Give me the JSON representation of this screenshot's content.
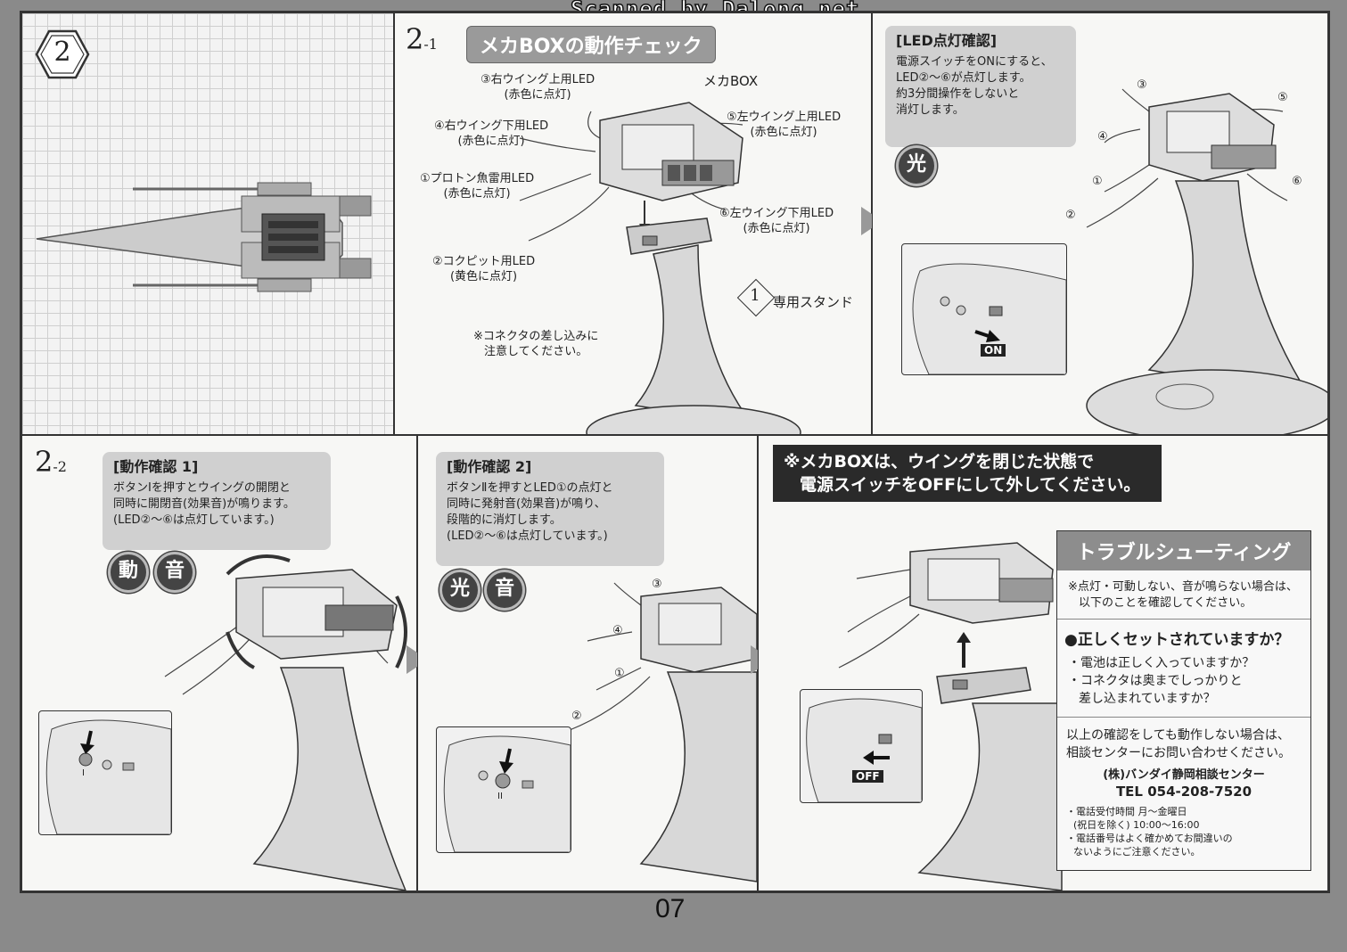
{
  "header": {
    "scan_credit": "Scanned by Dalong.net"
  },
  "page_number": "07",
  "step2": {
    "badge": "2"
  },
  "step2_1": {
    "number": "2",
    "sub": "-1",
    "title": "メカBOXの動作チェック",
    "mecha_box_label": "メカBOX",
    "leds": [
      {
        "line1": "③右ウイング上用LED",
        "line2": "(赤色に点灯)"
      },
      {
        "line1": "④右ウイング下用LED",
        "line2": "(赤色に点灯)"
      },
      {
        "line1": "①プロトン魚雷用LED",
        "line2": "(赤色に点灯)"
      },
      {
        "line1": "②コクピット用LED",
        "line2": "(黄色に点灯)"
      },
      {
        "line1": "⑤左ウイング上用LED",
        "line2": "(赤色に点灯)"
      },
      {
        "line1": "⑥左ウイング下用LED",
        "line2": "(赤色に点灯)"
      }
    ],
    "stand_part_number": "1",
    "stand_label": "専用スタンド",
    "connector_note_line1": "※コネクタの差し込みに",
    "connector_note_line2": "注意してください。"
  },
  "led_check": {
    "heading": "[LED点灯確認]",
    "line1": "電源スイッチをONにすると、",
    "line2": "LED②～⑥が点灯します。",
    "line3": "約3分間操作をしないと",
    "line4": "消灯します。",
    "icon": "光",
    "switch_label": "ON",
    "led_markers": [
      "③",
      "④",
      "①",
      "②",
      "⑤",
      "⑥"
    ]
  },
  "step2_2": {
    "number": "2",
    "sub": "-2",
    "check1": {
      "heading": "[動作確認 1]",
      "line1": "ボタンⅠを押すとウイングの開閉と",
      "line2": "同時に開閉音(効果音)が鳴ります。",
      "line3": "(LED②～⑥は点灯しています。)",
      "icons": [
        "動",
        "音"
      ],
      "button_mark": "I"
    },
    "check2": {
      "heading": "[動作確認 2]",
      "line1": "ボタンⅡを押すとLED①の点灯と",
      "line2": "同時に発射音(効果音)が鳴り、",
      "line3": "段階的に消灯します。",
      "line4": "(LED②～⑥は点灯しています。)",
      "icons": [
        "光",
        "音"
      ],
      "button_mark": "II",
      "led_markers": [
        "③",
        "④",
        "①",
        "②"
      ]
    }
  },
  "warning": {
    "line1": "※メカBOXは、ウイングを閉じた状態で",
    "line2": "電源スイッチをOFFにして外してください。",
    "switch_label": "OFF"
  },
  "troubleshooting": {
    "title": "トラブルシューティング",
    "intro_line1": "※点灯・可動しない、音が鳴らない場合は、",
    "intro_line2": "以下のことを確認してください。",
    "question": "●正しくセットされていますか？",
    "check1": "・電池は正しく入っていますか？",
    "check2_line1": "・コネクタは奥までしっかりと",
    "check2_line2": "差し込まれていますか？",
    "contact_line1": "以上の確認をしても動作しない場合は、",
    "contact_line2": "相談センターにお問い合わせください。",
    "center": "(株)バンダイ静岡相談センター",
    "tel": "TEL 054-208-7520",
    "hours_line1": "・電話受付時間 月～金曜日",
    "hours_line2": "(祝日を除く) 10:00～16:00",
    "notice_line1": "・電話番号はよく確かめてお間違いの",
    "notice_line2": "ないようにご注意ください。"
  }
}
